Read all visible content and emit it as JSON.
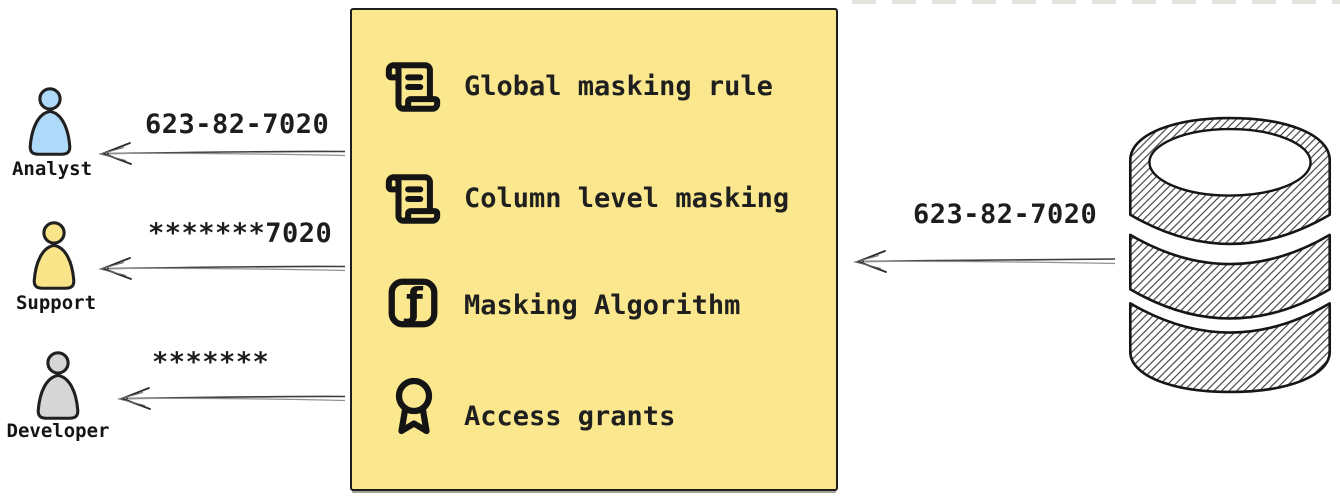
{
  "masking_box": {
    "fill": "#FBE88E",
    "border_color": "#1e1e1e",
    "items": [
      {
        "icon": "scroll-text-icon",
        "label": "Global masking rule"
      },
      {
        "icon": "scroll-text-icon",
        "label": "Column level masking"
      },
      {
        "icon": "function-square-icon",
        "label": "Masking Algorithm"
      },
      {
        "icon": "award-icon",
        "label": "Access grants"
      }
    ]
  },
  "consumers": [
    {
      "role": "Analyst",
      "received_value": "623-82-7020",
      "color": "#AFD9F8"
    },
    {
      "role": "Support",
      "received_value": "*******7020",
      "color": "#FAE48A"
    },
    {
      "role": "Developer",
      "received_value": "*******",
      "color": "#D6D6D6"
    }
  ],
  "source": {
    "icon": "database-icon",
    "sent_value": "623-82-7020"
  },
  "colors": {
    "ink": "#1d1d1d",
    "arrow": "#3c3c3c"
  }
}
